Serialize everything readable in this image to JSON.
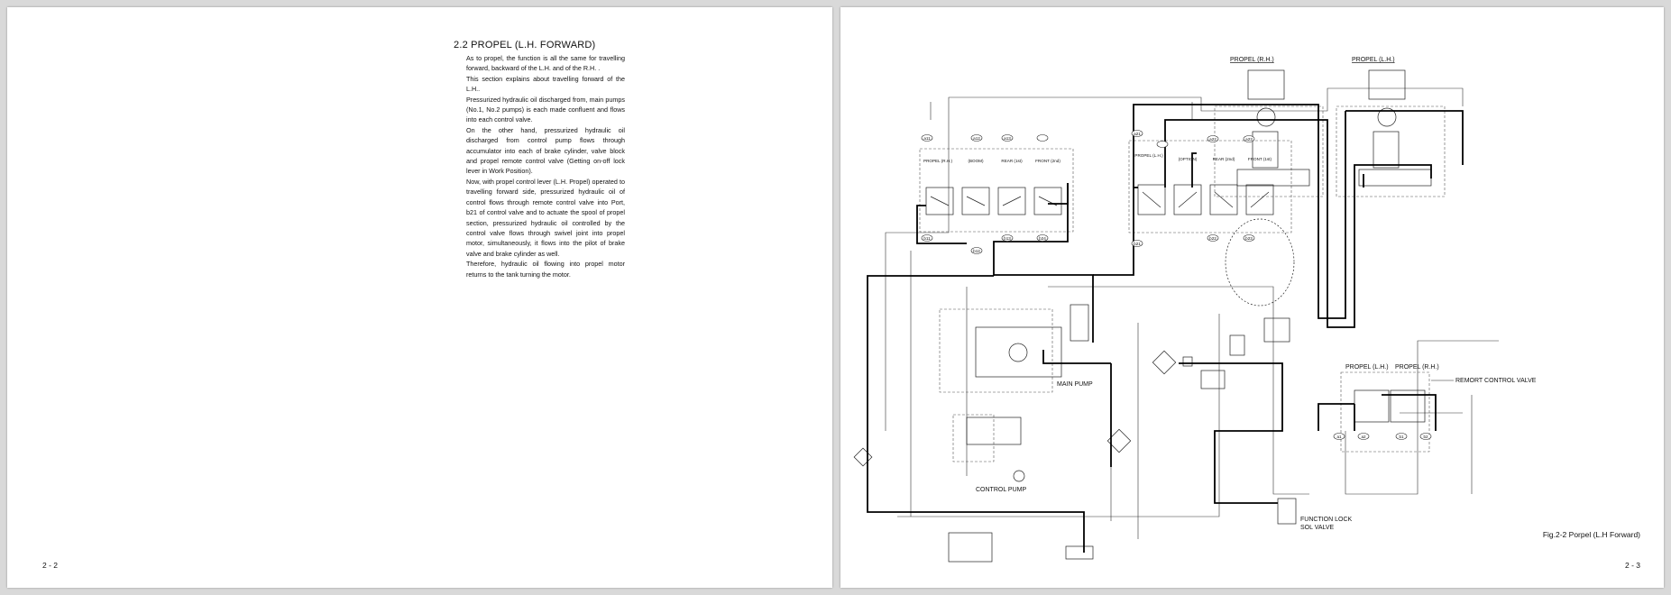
{
  "left_page": {
    "section_title": "2.2 PROPEL (L.H. FORWARD)",
    "paragraphs": [
      "As to propel, the function is all the same for travelling forward, backward of the L.H. and of the R.H. .",
      "This section explains about travelling forward of the L.H..",
      "Pressurized hydraulic oil discharged from, main pumps (No.1, No.2 pumps) is each made confluent and flows into each control valve.",
      "On the other hand, pressurized hydraulic oil discharged from control pump flows through accumulator into each of brake cylinder, valve block and propel remote control valve (Getting on-off lock lever in Work Position).",
      "Now, with propel control lever (L.H. Propel) operated to travelling forward side, pressurized hydraulic oil of control flows through remote control valve into Port, b21 of control valve and to actuate the spool of propel section, pressurized hydraulic oil controlled by the control valve flows through swivel joint into propel motor, simultaneously, it flows into the pilot of brake valve and brake cylinder as well.",
      "Therefore, hydraulic oil flowing into propel motor returns to the tank turning the motor."
    ],
    "page_number": "2 - 2"
  },
  "right_page": {
    "labels": {
      "propel_rh_motor": "PROPEL (R.H.)",
      "propel_lh_motor": "PROPEL (L.H.)",
      "main_pump": "MAIN PUMP",
      "control_pump": "CONTROL PUMP",
      "remote_lh": "PROPEL (L.H.)",
      "remote_rh": "PROPEL (R.H.)",
      "remote_control_valve": "REMORT CONTROL VALVE",
      "function_lock_1": "FUNCTION LOCK",
      "function_lock_2": "SOL VALVE"
    },
    "valve_a_sections": [
      "PROPEL (R.H.)",
      "(BOOM)",
      "REAR (1st)",
      "FRONT (2nd)"
    ],
    "valve_b_sections": [
      "PROPEL (L.H.)",
      "(OPTION)",
      "REAR (2nd)",
      "FRONT (1st)"
    ],
    "port_tags": [
      "a11",
      "a12",
      "a13",
      "b11",
      "b12",
      "b13",
      "a21",
      "a22",
      "a23",
      "b21",
      "b22",
      "b23",
      "b24",
      "a1",
      "a2",
      "b1",
      "b2"
    ],
    "caption": "Fig.2-2  Porpel (L.H Forward)",
    "page_number": "2 - 3"
  }
}
